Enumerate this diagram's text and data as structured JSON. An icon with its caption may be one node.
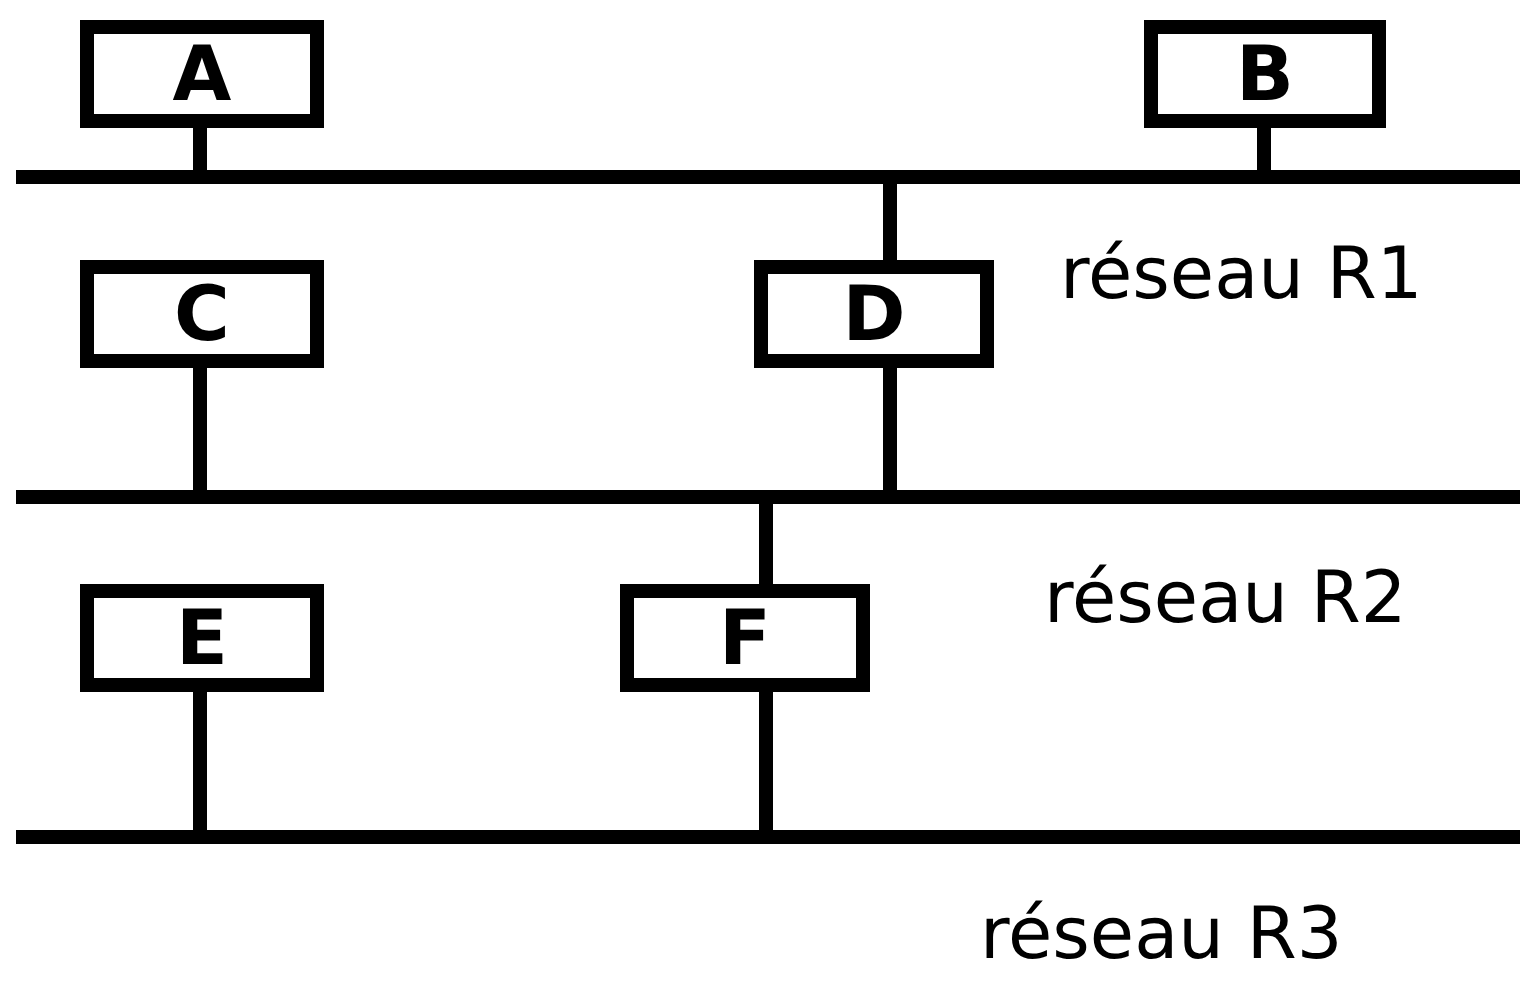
{
  "diagram": {
    "nodes": [
      {
        "text": [
          "A"
        ]
      },
      {
        "text": [
          "B"
        ]
      },
      {
        "text": [],
        "shape": "bar",
        "beside": [
          "réseau R1"
        ]
      },
      {
        "text": [
          "C"
        ]
      },
      {
        "text": [
          "D"
        ]
      },
      {
        "text": [],
        "shape": "bar",
        "beside": [
          "réseau R2"
        ]
      },
      {
        "text": [
          "E"
        ]
      },
      {
        "text": [
          "F"
        ]
      },
      {
        "text": [],
        "shape": "bar",
        "beside": [
          "réseau R3"
        ]
      }
    ],
    "edges": [
      {
        "from": 0,
        "to": 2,
        "arrow": "none"
      },
      {
        "from": 1,
        "to": 2,
        "arrow": "none"
      },
      {
        "from": 3,
        "to": 5,
        "arrow": "none"
      },
      {
        "from": 4,
        "to": 2,
        "arrow": "none"
      },
      {
        "from": 4,
        "to": 5,
        "arrow": "none"
      },
      {
        "from": 6,
        "to": 8,
        "arrow": "none"
      },
      {
        "from": 7,
        "to": 5,
        "arrow": "none"
      },
      {
        "from": 7,
        "to": 8,
        "arrow": "none"
      }
    ]
  }
}
